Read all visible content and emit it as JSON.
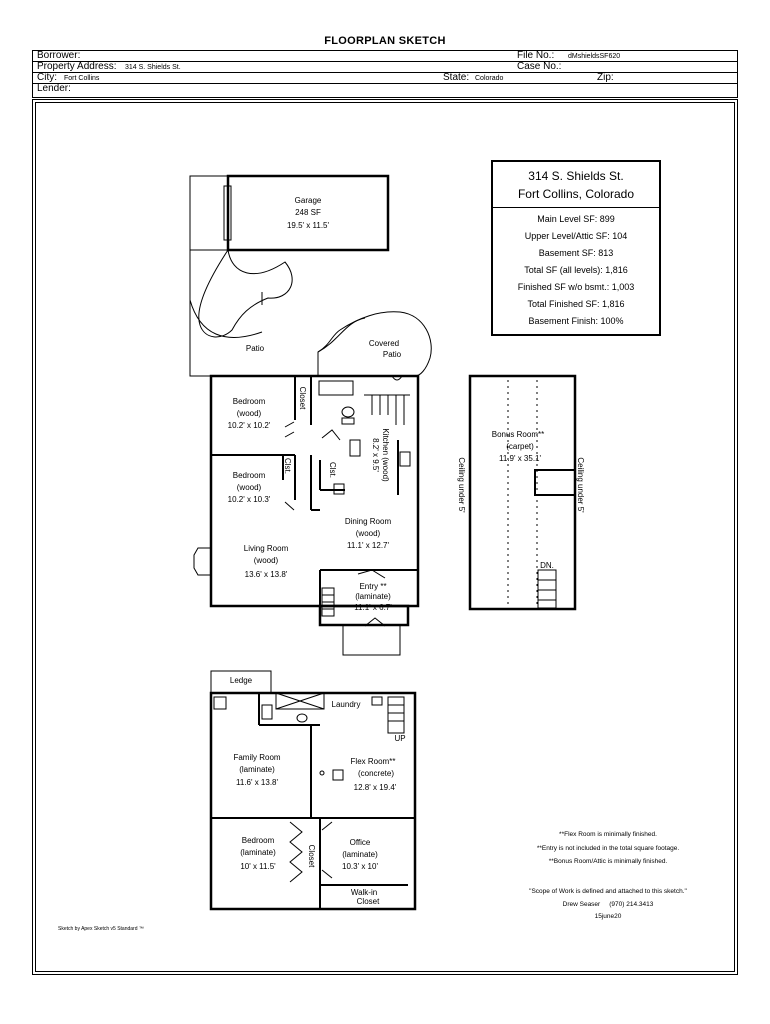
{
  "title": "FLOORPLAN SKETCH",
  "header": {
    "borrower_label": "Borrower:",
    "file_no_label": "File No.:",
    "file_no_value": "dMshieldsSF620",
    "property_label": "Property Address:",
    "property_value": "314 S. Shields St.",
    "case_no_label": "Case No.:",
    "city_label": "City:",
    "city_value": "Fort Collins",
    "state_label": "State:",
    "state_value": "Colorado",
    "zip_label": "Zip:",
    "lender_label": "Lender:"
  },
  "info_box": {
    "line1": "314 S. Shields St.",
    "line2": "Fort Collins, Colorado",
    "stats": [
      "Main Level SF: 899",
      "Upper Level/Attic SF: 104",
      "Basement SF: 813",
      "Total SF (all levels): 1,816",
      "Finished SF w/o bsmt.: 1,003",
      "Total Finished SF: 1,816",
      "Basement Finish: 100%"
    ]
  },
  "rooms": {
    "garage": [
      "Garage",
      "248 SF",
      "19.5' x 11.5'"
    ],
    "patio": "Patio",
    "covered_patio": [
      "Covered",
      "Patio"
    ],
    "bedroom1": [
      "Bedroom",
      "(wood)",
      "10.2' x 10.2'"
    ],
    "closet1": "Closet",
    "kitchen": [
      "Kitchen (wood)",
      "8.2' x 9.5'"
    ],
    "bedroom2": [
      "Bedroom",
      "(wood)",
      "10.2' x 10.3'"
    ],
    "cist1": "Clst.",
    "cist2": "Clst.",
    "dining": [
      "Dining Room",
      "(wood)",
      "11.1' x 12.7'"
    ],
    "living": [
      "Living Room",
      "(wood)",
      "13.6' x 13.8'"
    ],
    "entry": [
      "Entry **",
      "(laminate)",
      "11.1' x 6.7'"
    ],
    "bonus": [
      "Bonus Room**",
      "(carpet)",
      "11.9' x 35.1'"
    ],
    "ceiling_left": "Ceiling under 5'",
    "ceiling_right": "Ceiling under 5'",
    "dn": "DN.",
    "ledge": "Ledge",
    "laundry": "Laundry",
    "up": "UP",
    "family": [
      "Family Room",
      "(laminate)",
      "11.6' x 13.8'"
    ],
    "flex": [
      "Flex Room**",
      "(concrete)",
      "12.8' x 19.4'"
    ],
    "bedroom3": [
      "Bedroom",
      "(laminate)",
      "10' x 11.5'"
    ],
    "closet2": "Closet",
    "office": [
      "Office",
      "(laminate)",
      "10.3' x 10'"
    ],
    "walkin": [
      "Walk-in",
      "Closet"
    ]
  },
  "notes": [
    "**Flex Room is minimally finished.",
    "**Entry is not included in the total square footage.",
    "**Bonus Room/Attic is minimally finished."
  ],
  "scope": [
    "\"Scope of Work is defined and attached to this sketch.\"",
    "Drew Seaser     (970) 214.3413",
    "15june20"
  ],
  "credit": "Sketch by Apex Sketch v5 Standard ™"
}
